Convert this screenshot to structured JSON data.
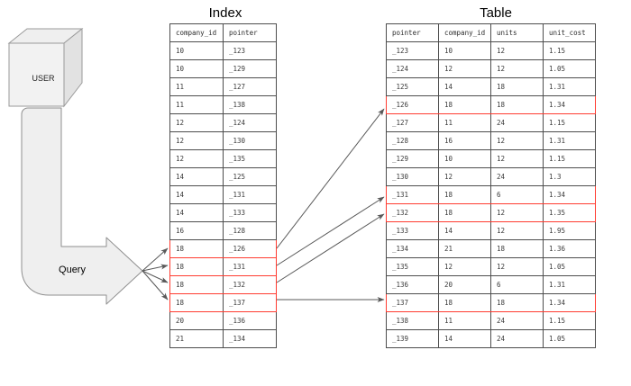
{
  "diagram": {
    "title_index": "Index",
    "title_table": "Table",
    "user_label": "USER",
    "query_label": "Query",
    "colors": {
      "highlight": "#ff3b30",
      "shape_fill": "#f0f0f0",
      "shape_stroke": "#999999",
      "arrow": "#595959",
      "table_border": "#4d4d4d",
      "text": "#3a3a3a",
      "background": "#ffffff"
    }
  },
  "index_table": {
    "headers": [
      "company_id",
      "pointer"
    ],
    "rows": [
      {
        "company_id": "10",
        "pointer": "_123",
        "highlight": false
      },
      {
        "company_id": "10",
        "pointer": "_129",
        "highlight": false
      },
      {
        "company_id": "11",
        "pointer": "_127",
        "highlight": false
      },
      {
        "company_id": "11",
        "pointer": "_138",
        "highlight": false
      },
      {
        "company_id": "12",
        "pointer": "_124",
        "highlight": false
      },
      {
        "company_id": "12",
        "pointer": "_130",
        "highlight": false
      },
      {
        "company_id": "12",
        "pointer": "_135",
        "highlight": false
      },
      {
        "company_id": "14",
        "pointer": "_125",
        "highlight": false
      },
      {
        "company_id": "14",
        "pointer": "_131",
        "highlight": false
      },
      {
        "company_id": "14",
        "pointer": "_133",
        "highlight": false
      },
      {
        "company_id": "16",
        "pointer": "_128",
        "highlight": false
      },
      {
        "company_id": "18",
        "pointer": "_126",
        "highlight": true
      },
      {
        "company_id": "18",
        "pointer": "_131",
        "highlight": true
      },
      {
        "company_id": "18",
        "pointer": "_132",
        "highlight": true
      },
      {
        "company_id": "18",
        "pointer": "_137",
        "highlight": true
      },
      {
        "company_id": "20",
        "pointer": "_136",
        "highlight": false
      },
      {
        "company_id": "21",
        "pointer": "_134",
        "highlight": false
      }
    ]
  },
  "data_table": {
    "headers": [
      "pointer",
      "company_id",
      "units",
      "unit_cost"
    ],
    "rows": [
      {
        "pointer": "_123",
        "company_id": "10",
        "units": "12",
        "unit_cost": "1.15",
        "highlight": false
      },
      {
        "pointer": "_124",
        "company_id": "12",
        "units": "12",
        "unit_cost": "1.05",
        "highlight": false
      },
      {
        "pointer": "_125",
        "company_id": "14",
        "units": "18",
        "unit_cost": "1.31",
        "highlight": false
      },
      {
        "pointer": "_126",
        "company_id": "18",
        "units": "18",
        "unit_cost": "1.34",
        "highlight": true
      },
      {
        "pointer": "_127",
        "company_id": "11",
        "units": "24",
        "unit_cost": "1.15",
        "highlight": false
      },
      {
        "pointer": "_128",
        "company_id": "16",
        "units": "12",
        "unit_cost": "1.31",
        "highlight": false
      },
      {
        "pointer": "_129",
        "company_id": "10",
        "units": "12",
        "unit_cost": "1.15",
        "highlight": false
      },
      {
        "pointer": "_130",
        "company_id": "12",
        "units": "24",
        "unit_cost": "1.3",
        "highlight": false
      },
      {
        "pointer": "_131",
        "company_id": "18",
        "units": "6",
        "unit_cost": "1.34",
        "highlight": true
      },
      {
        "pointer": "_132",
        "company_id": "18",
        "units": "12",
        "unit_cost": "1.35",
        "highlight": true
      },
      {
        "pointer": "_133",
        "company_id": "14",
        "units": "12",
        "unit_cost": "1.95",
        "highlight": false
      },
      {
        "pointer": "_134",
        "company_id": "21",
        "units": "18",
        "unit_cost": "1.36",
        "highlight": false
      },
      {
        "pointer": "_135",
        "company_id": "12",
        "units": "12",
        "unit_cost": "1.05",
        "highlight": false
      },
      {
        "pointer": "_136",
        "company_id": "20",
        "units": "6",
        "unit_cost": "1.31",
        "highlight": false
      },
      {
        "pointer": "_137",
        "company_id": "18",
        "units": "18",
        "unit_cost": "1.34",
        "highlight": true
      },
      {
        "pointer": "_138",
        "company_id": "11",
        "units": "24",
        "unit_cost": "1.15",
        "highlight": false
      },
      {
        "pointer": "_139",
        "company_id": "14",
        "units": "24",
        "unit_cost": "1.05",
        "highlight": false
      }
    ]
  }
}
